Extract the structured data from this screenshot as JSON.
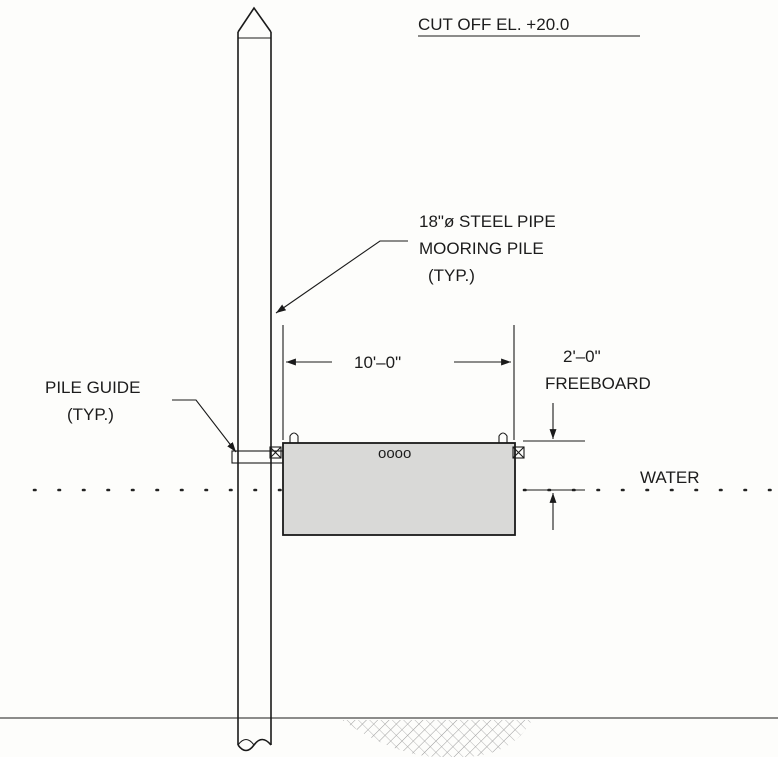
{
  "labels": {
    "cutoff": "CUT OFF EL. +20.0",
    "pile_line1": "18\"ø STEEL PIPE",
    "pile_line2": "MOORING PILE",
    "pile_line3": "(TYP.)",
    "guide_line1": "PILE GUIDE",
    "guide_line2": "(TYP.)",
    "width_dim": "10'–0\"",
    "freeboard_dim": "2'–0\"",
    "freeboard_label": "FREEBOARD",
    "water": "WATER",
    "float_marks": "oooo"
  },
  "colors": {
    "line": "#1a1a1a",
    "float_fill": "#d9d9d7",
    "background": "#fdfdfb"
  }
}
